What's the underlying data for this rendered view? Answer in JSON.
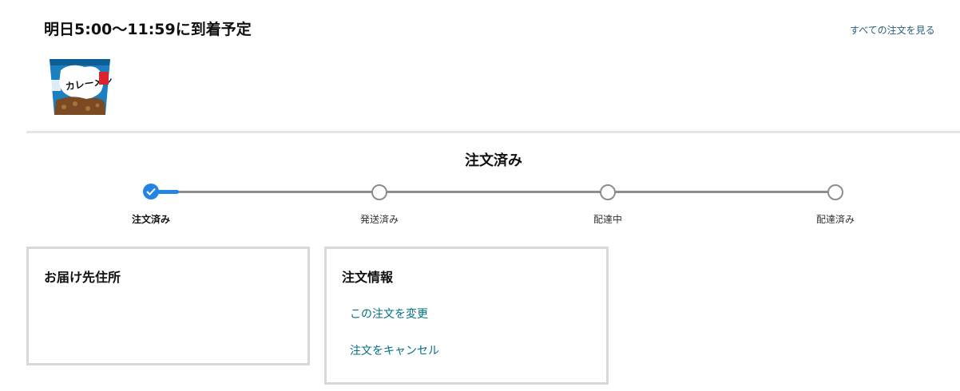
{
  "header": {
    "delivery_title": "明日5:00〜11:59に到着予定",
    "all_orders_link": "すべての注文を見る"
  },
  "product": {
    "image_text": "カレーメシ",
    "colors": {
      "cup_blue": "#1b7fc0",
      "cup_white": "#ffffff",
      "rice_brown": "#7a4a22",
      "badge_red": "#d9232d"
    }
  },
  "status": {
    "title": "注文済み",
    "steps": [
      {
        "label": "注文済み",
        "state": "done"
      },
      {
        "label": "発送済み",
        "state": "pending"
      },
      {
        "label": "配達中",
        "state": "pending"
      },
      {
        "label": "配達済み",
        "state": "pending"
      }
    ],
    "colors": {
      "active": "#2584e3",
      "inactive": "#8d8d8d"
    }
  },
  "address_card": {
    "title": "お届け先住所"
  },
  "order_card": {
    "title": "注文情報",
    "links": [
      "この注文を変更",
      "注文をキャンセル"
    ]
  },
  "colors": {
    "link": "#007185",
    "text": "#0f1111",
    "border": "#d5d9d9"
  }
}
